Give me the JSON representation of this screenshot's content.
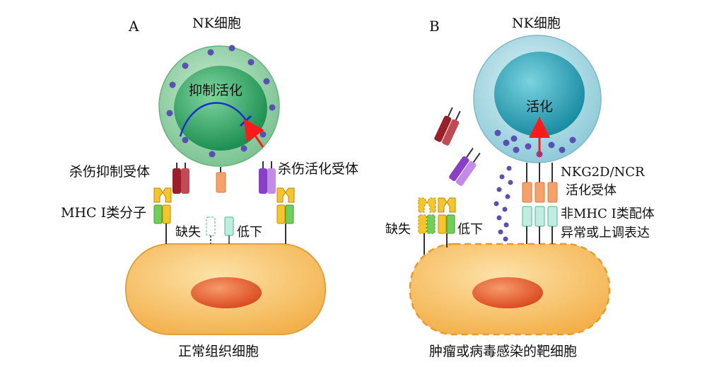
{
  "panel_a": {
    "letter": "A",
    "nk_title": "NK细胞",
    "nucleus_text": "抑制活化",
    "inhibitory_receptor": "杀伤抑制受体",
    "activating_receptor": "杀伤活化受体",
    "mhc_label": "MHC I类分子",
    "missing": "缺失",
    "low": "低下",
    "bottom_caption": "正常组织细胞"
  },
  "panel_b": {
    "letter": "B",
    "nk_title": "NK细胞",
    "nucleus_text": "活化",
    "receptor_line1": "NKG2D/NCR",
    "receptor_line2": "活化受体",
    "ligand_line1": "非MHC I类配体",
    "ligand_line2": "异常或上调表达",
    "missing": "缺失",
    "low": "低下",
    "bottom_caption": "肿瘤或病毒感染的靶细胞"
  },
  "colors": {
    "nk_a_outer": "#8fcfa0",
    "nk_a_nucleus": "#2aa160",
    "nk_b_outer": "#a9dce6",
    "nk_b_nucleus": "#2a9bb0",
    "granule": "#5a4fb5",
    "target_cell": "#f8c36a",
    "target_nucleus": "#e8582a",
    "inhibitory_receptor": "#9a1f2a",
    "activating_receptor": "#9a4fd0",
    "mhc_yellow": "#f5c52a",
    "mhc_green": "#6fcf5a",
    "ligand": "#bfeee0",
    "nkg2d": "#f6a06a",
    "arrow_red": "#ff1a1a",
    "inhibit_blue": "#1a2fd0"
  }
}
